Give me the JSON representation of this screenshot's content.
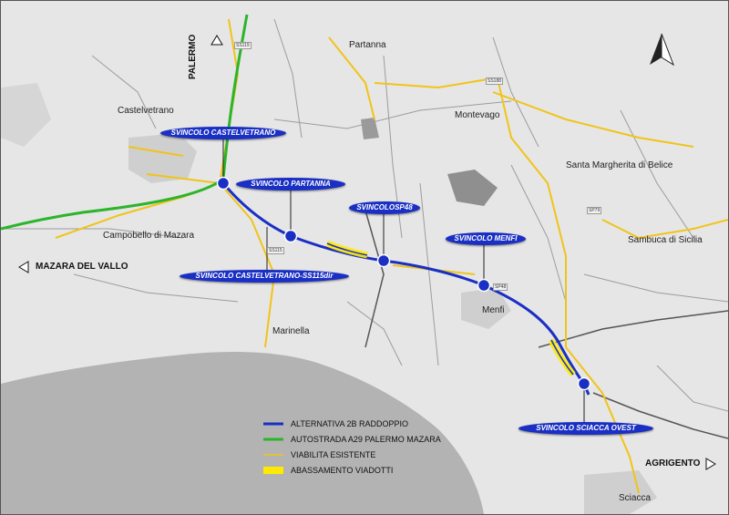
{
  "towns": {
    "castelvetrano": "Castelvetrano",
    "partanna": "Partanna",
    "montevago": "Montevago",
    "santa_margherita": "Santa Margherita di Belice",
    "campobello": "Campobello di Mazara",
    "sambuca": "Sambuca di Sicilia",
    "menfi": "Menfi",
    "marinella": "Marinella",
    "sciacca": "Sciacca"
  },
  "directions": {
    "palermo": "PALERMO",
    "mazara": "MAZARA DEL VALLO",
    "agrigento": "AGRIGENTO"
  },
  "callouts": {
    "castelvetrano": "SVINCOLO CASTELVETRANO",
    "partanna": "SVINCOLO PARTANNA",
    "sp48": "SVINCOLOSP48",
    "menfi": "SVINCOLO MENFI",
    "ss115": "SVINCOLO CASTELVETRANO-SS115dir",
    "sciacca": "SVINCOLO SCIACCA OVEST"
  },
  "road_shields": {
    "ss119": "SS119",
    "ss188": "SS188",
    "ss115": "SS115",
    "sp48": "SP48",
    "sp79": "SP79"
  },
  "legend": [
    {
      "label": "ALTERNATIVA 2B RADDOPPIO",
      "color": "#1a2fc4"
    },
    {
      "label": "AUTOSTRADA A29 PALERMO MAZARA",
      "color": "#2bb52b"
    },
    {
      "label": "VIABILITA ESISTENTE",
      "color": "#f0c419"
    },
    {
      "label": "ABASSAMENTO VIADOTTI",
      "color": "#ffea00"
    }
  ],
  "icons": {
    "north_arrow": "north-arrow-icon"
  }
}
